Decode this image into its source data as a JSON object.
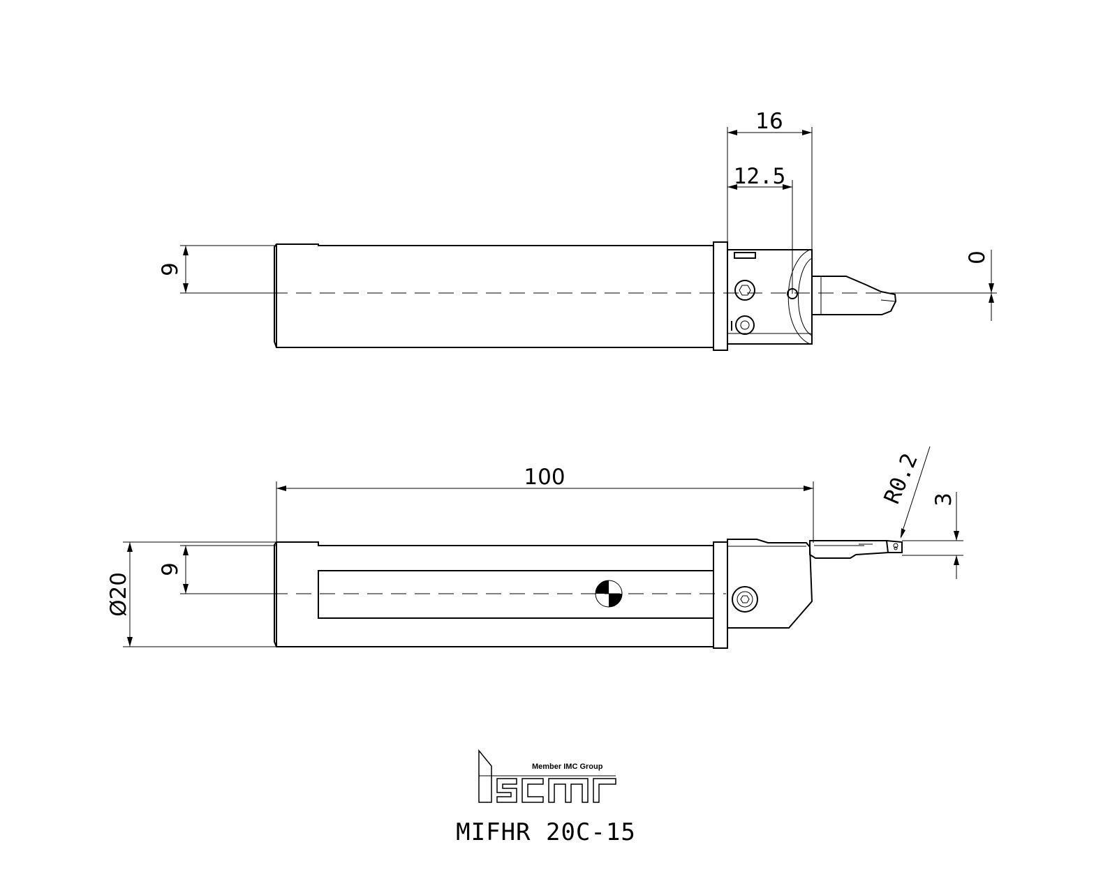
{
  "top_view": {
    "dim_total_length_head": "16",
    "dim_insert_offset": "12.5",
    "dim_center_height": "9",
    "dim_zero": "0"
  },
  "side_view": {
    "dim_overall_length": "100",
    "dim_diameter": "Ø20",
    "dim_center_height": "9",
    "dim_corner_radius": "R0.2",
    "dim_width": "3"
  },
  "branding": {
    "logo_tagline": "Member IMC Group",
    "model_name": "MIFHR 20C-15"
  }
}
